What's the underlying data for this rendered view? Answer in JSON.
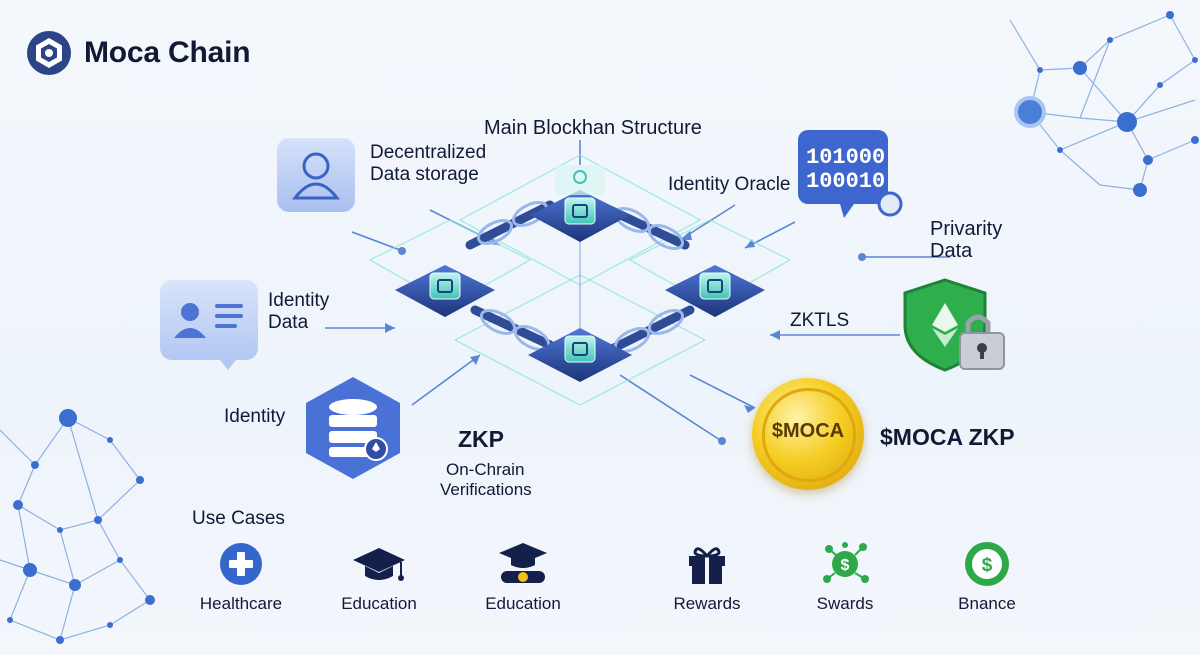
{
  "brand": {
    "name": "Moca Chain",
    "icon": "moca-logo-icon"
  },
  "title": "Main Blockhan Structure",
  "labels": {
    "decentralized_storage": [
      "Decentralized",
      "Data storage"
    ],
    "identity_oracle": "Identity Oracle",
    "privacy_data": [
      "Privarity",
      "Data"
    ],
    "identity_data": [
      "Identity",
      "Data"
    ],
    "zktls": "ZKTLS",
    "identity": "Identity",
    "zkp": "ZKP",
    "onchain": [
      "On-Chrain",
      "Verifications"
    ],
    "moca_zkp": "$MOCA ZKP"
  },
  "coin": {
    "text": "$MOCA",
    "icon": "coin-icon"
  },
  "binary": {
    "line1": "101000",
    "line2": "100010",
    "icon": "binary-chat-icon"
  },
  "use_cases": {
    "heading": "Use Cases",
    "items": [
      {
        "label": "Healthcare",
        "icon": "medical-cross-icon"
      },
      {
        "label": "Education",
        "icon": "graduation-cap-icon"
      },
      {
        "label": "Education",
        "icon": "diploma-icon"
      },
      {
        "label": "Rewards",
        "icon": "gift-icon"
      },
      {
        "label": "Swards",
        "icon": "dollar-network-icon"
      },
      {
        "label": "Bnance",
        "icon": "dollar-circle-icon"
      }
    ]
  },
  "colors": {
    "navy": "#101a35",
    "brand_blue": "#2f4a8a",
    "accent_blue": "#3d6fd6",
    "teal": "#3ee0c8",
    "green_shield": "#27a84a",
    "gold": "#f2c21a"
  }
}
